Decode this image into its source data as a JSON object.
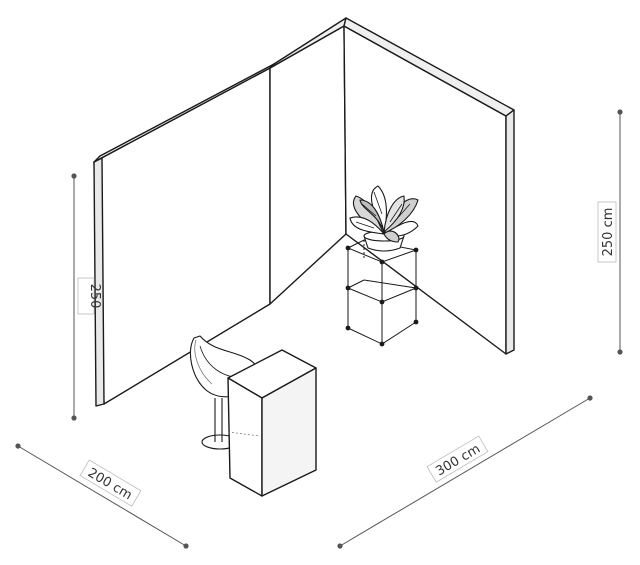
{
  "dimensions": {
    "left_wall_height": "250",
    "right_wall_height": "250 cm",
    "depth": "200 cm",
    "width": "300 cm"
  },
  "colors": {
    "line": "#1a1a1a",
    "dimension_line": "#555555",
    "label_text": "#333333",
    "label_border": "#bbbbbb",
    "wall_fill": "#ffffff",
    "wall_edge_fill": "#e9e9e9"
  },
  "objects": [
    "left-wall",
    "back-wall",
    "right-wall",
    "counter",
    "stool",
    "shelf-unit",
    "potted-plant"
  ]
}
